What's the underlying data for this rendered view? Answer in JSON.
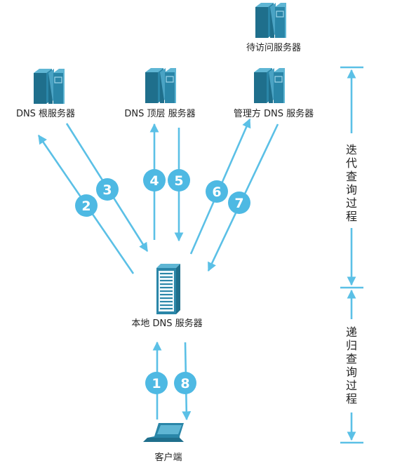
{
  "servers": {
    "target": "待访问服务器",
    "root": "DNS  根服务器",
    "tld": "DNS  顶层  服务器",
    "authoritative": "管理方  DNS  服务器",
    "local": "本地  DNS  服务器",
    "client": "客户端"
  },
  "steps": [
    "1",
    "2",
    "3",
    "4",
    "5",
    "6",
    "7",
    "8"
  ],
  "side_labels": {
    "iterative": [
      "迭",
      "代",
      "查",
      "询",
      "过",
      "程"
    ],
    "recursive": [
      "递",
      "归",
      "查",
      "询",
      "过",
      "程"
    ]
  },
  "colors": {
    "arrow": "#5bc0e6",
    "bubble": "#4eb9e3",
    "server_dark": "#1f6f8c",
    "server_mid": "#2a86a8",
    "server_light": "#5fb6d4"
  }
}
